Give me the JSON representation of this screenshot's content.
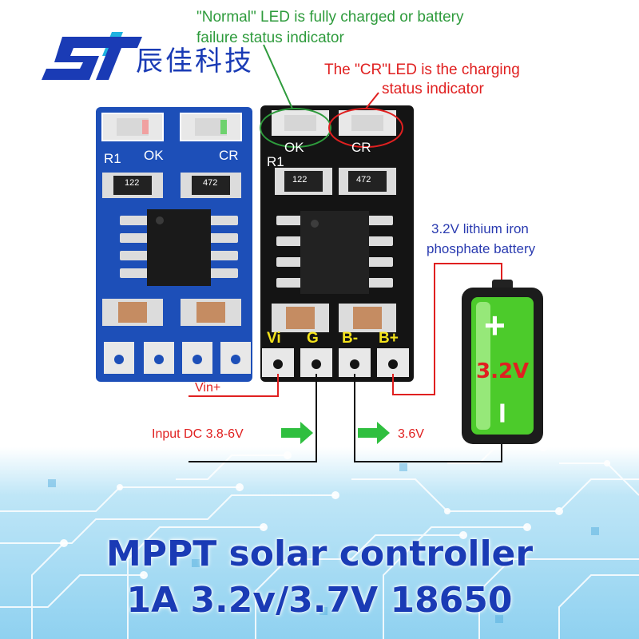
{
  "brand": {
    "name": "辰佳科技",
    "colors": {
      "blue": "#1a3bb5",
      "cyan": "#1fb3e0"
    }
  },
  "annotations": {
    "ok_led_line1": "\"Normal\" LED is fully charged or battery",
    "ok_led_line2": "failure status indicator",
    "cr_led_line1": "The \"CR\"LED is the charging",
    "cr_led_line2": "status indicator",
    "battery_line1": "3.2V lithium iron",
    "battery_line2": "phosphate battery"
  },
  "wiring": {
    "vin_label": "Vin+",
    "input_label": "Input DC 3.8-6V",
    "output_label": "3.6V"
  },
  "board_front": {
    "led_labels": [
      "OK",
      "CR"
    ],
    "ref_label": "R1",
    "resistor_codes": [
      "122",
      "472"
    ],
    "pins": [
      "Vi",
      "G",
      "B-",
      "B+"
    ]
  },
  "board_back": {
    "led_labels": [
      "OK",
      "CR"
    ],
    "ref_label": "R1",
    "resistor_codes": [
      "122",
      "472"
    ]
  },
  "battery": {
    "voltage": "3.2V",
    "plus": "+",
    "minus": "−"
  },
  "headline": {
    "line1": "MPPT solar controller",
    "line2": "1A 3.2v/3.7V 18650"
  },
  "colors": {
    "pcb_blue": "#1d4fb8",
    "pcb_black": "#141414",
    "battery_green": "#4ccb2b",
    "annotation_green": "#2e9b3c",
    "annotation_red": "#e02020",
    "annotation_blue": "#2a3bb0"
  }
}
